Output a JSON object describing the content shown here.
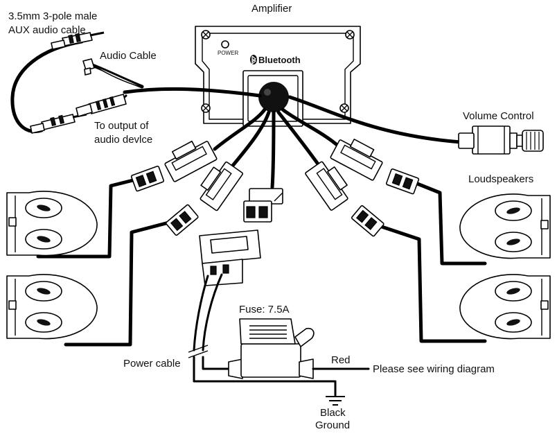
{
  "labels": {
    "amplifier": "Amplifier",
    "aux_line1": "3.5mm 3-pole male",
    "aux_line2": "AUX audio cable",
    "audio_cable": "Audio Cable",
    "to_output_line1": "To output of",
    "to_output_line2": "audio devlce",
    "volume_control": "Volume Control",
    "loudspeakers": "Loudspeakers",
    "fuse": "Fuse: 7.5A",
    "red": "Red",
    "wiring_note": "Please see wiring diagram",
    "power_cable": "Power cable",
    "black": "Black",
    "ground": "Ground",
    "power_led": "POWER",
    "bluetooth": "Bluetooth"
  },
  "icons": {
    "bluetooth": "bluetooth-icon",
    "ground": "ground-symbol-icon",
    "power_led": "power-led-icon"
  }
}
